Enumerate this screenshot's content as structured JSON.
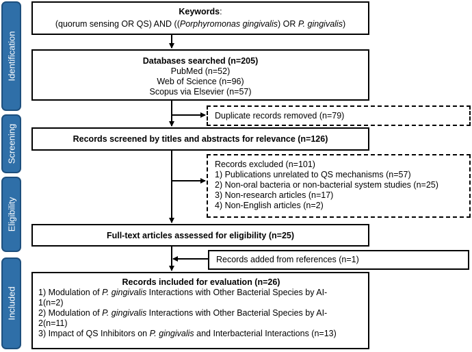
{
  "stages": {
    "identification": "Identification",
    "screening": "Screening",
    "eligibility": "Eligibility",
    "included": "Included"
  },
  "keywords": {
    "title": "Keywords",
    "colon": ":",
    "q1": "(quorum sensing OR QS) AND ((",
    "q2": "Porphyromonas gingivalis",
    "q3": ") OR ",
    "q4": "P. gingivalis",
    "q5": ")"
  },
  "databases": {
    "title": "Databases searched (n=205)",
    "items": [
      "PubMed (n=52)",
      "Web of Science (n=96)",
      "Scopus via Elsevier (n=57)"
    ]
  },
  "duplicates": {
    "text": "Duplicate records removed (n=79)"
  },
  "screened": {
    "text": "Records screened by titles and abstracts for relevance (n=126)"
  },
  "excluded": {
    "title": "Records excluded (n=101)",
    "items": [
      "1) Publications unrelated to QS mechanisms (n=57)",
      "2) Non-oral bacteria or non-bacterial system studies (n=25)",
      "3) Non-research articles (n=17)",
      "4) Non-English articles (n=2)"
    ]
  },
  "fulltext": {
    "text": "Full-text articles assessed for eligibility (n=25)"
  },
  "added": {
    "text": "Records added from references (n=1)"
  },
  "included": {
    "title": "Records included for evaluation (n=26)",
    "l1a": "1) Modulation of ",
    "l1b": "P. gingivalis",
    "l1c": " Interactions with Other Bacterial Species by AI-",
    "l1d": "1(n=2)",
    "l2a": "2) Modulation of ",
    "l2b": "P. gingivalis",
    "l2c": " Interactions with Other Bacterial Species by AI-",
    "l2d": "2(n=11)",
    "l3a": "3) Impact of QS Inhibitors on ",
    "l3b": "P. gingivalis",
    "l3c": " and Interbacterial Interactions (n=13)"
  }
}
